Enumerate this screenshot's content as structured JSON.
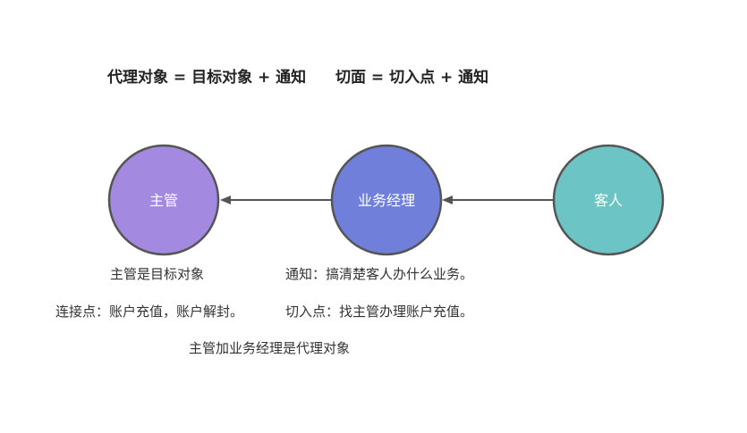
{
  "titles": {
    "left": "代理对象 = 目标对象 + 通知",
    "right": "切面 = 切入点 + 通知"
  },
  "nodes": [
    {
      "id": "manager",
      "label": "主管",
      "color": "#a389e0"
    },
    {
      "id": "business-manager",
      "label": "业务经理",
      "color": "#6f7fda"
    },
    {
      "id": "customer",
      "label": "客人",
      "color": "#6cc4c4"
    }
  ],
  "edges": [
    {
      "from": "customer",
      "to": "business-manager"
    },
    {
      "from": "business-manager",
      "to": "manager"
    }
  ],
  "captions": {
    "manager_target": "主管是目标对象",
    "joinpoints": "连接点：账户充值，账户解封。",
    "advice": "通知：搞清楚客人办什么业务。",
    "pointcut": "切入点：找主管办理账户充值。",
    "proxy": "主管加业务经理是代理对象"
  },
  "colors": {
    "stroke": "#555555",
    "arrow": "#555555"
  }
}
